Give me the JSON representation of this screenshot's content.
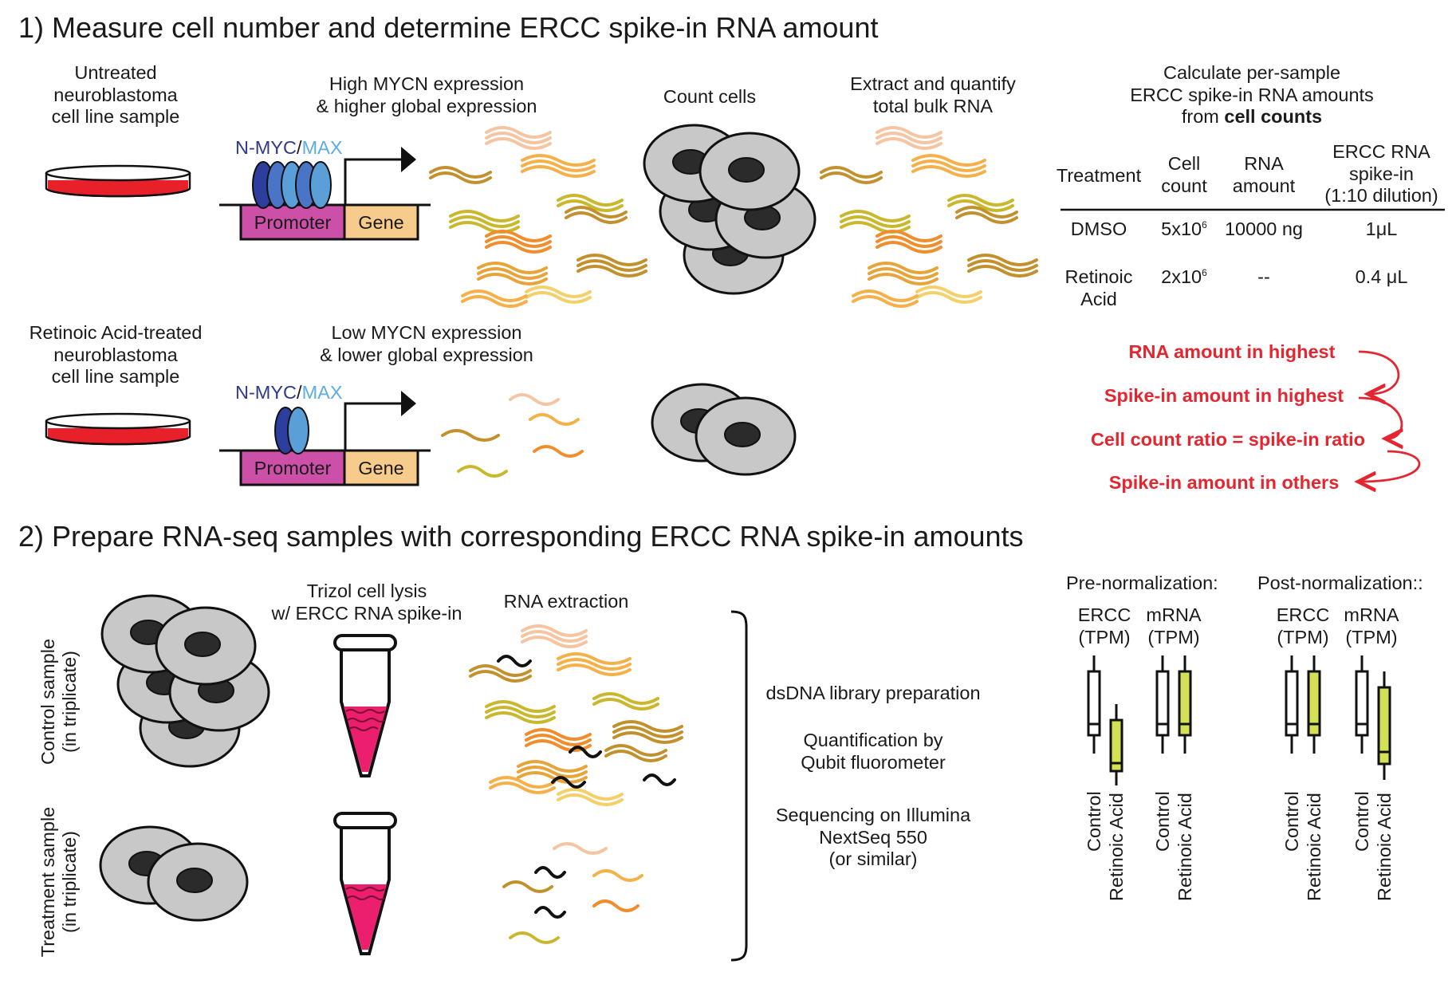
{
  "section1": {
    "title": "1)  Measure cell number and determine ERCC spike-in RNA  amount",
    "untreated_label": [
      "Untreated",
      "neuroblastoma",
      "cell line sample"
    ],
    "ra_label": [
      "Retinoic Acid-treated",
      "neuroblastoma",
      "cell line sample"
    ],
    "high_expr": [
      "High MYCN expression",
      "& higher global expression"
    ],
    "low_expr": [
      "Low MYCN expression",
      "& lower global expression"
    ],
    "nmyc": "N-MYC",
    "slash": "/",
    "max": "MAX",
    "promoter": "Promoter",
    "gene": "Gene",
    "count_cells": "Count cells",
    "extract": [
      "Extract and quantify",
      "total bulk RNA"
    ],
    "calc": [
      "Calculate per-sample",
      "ERCC spike-in RNA amounts",
      "from "
    ],
    "calc_bold": "cell counts",
    "table": {
      "headers": {
        "treatment": "Treatment",
        "cell_count": [
          "Cell",
          "count"
        ],
        "rna_amount": [
          "RNA",
          "amount"
        ],
        "ercc": [
          "ERCC RNA",
          "spike-in",
          "(1:10 dilution)"
        ]
      },
      "rows": [
        {
          "treatment": [
            "DMSO"
          ],
          "cell_count_base": "5x10",
          "cell_count_exp": "6",
          "rna_amount": "10000 ng",
          "ercc": "1μL"
        },
        {
          "treatment": [
            "Retinoic",
            "Acid"
          ],
          "cell_count_base": "2x10",
          "cell_count_exp": "6",
          "rna_amount": "--",
          "ercc": "0.4 μL"
        }
      ]
    },
    "steps": [
      "RNA amount in highest",
      "Spike-in amount in highest",
      "Cell count ratio = spike-in ratio",
      "Spike-in amount in others"
    ]
  },
  "section2": {
    "title": "2) Prepare RNA-seq samples with corresponding ERCC RNA  spike-in amounts",
    "control_label": [
      "Control sample",
      "(in triplicate)"
    ],
    "treatment_label": [
      "Treatment sample",
      "(in triplicate)"
    ],
    "trizol": [
      "Trizol cell lysis",
      "w/ ERCC RNA spike-in"
    ],
    "rna_extraction": "RNA extraction",
    "library": "dsDNA library preparation",
    "quant": [
      "Quantification by",
      "Qubit fluorometer"
    ],
    "seq": [
      "Sequencing on Illumina",
      "NextSeq 550",
      "(or similar)"
    ],
    "pre_norm": "Pre-normalization:",
    "post_norm": "Post-normalization::",
    "ercc_tpm": [
      "ERCC",
      "(TPM)"
    ],
    "mrna_tpm": [
      "mRNA",
      "(TPM)"
    ],
    "x_control": "Control",
    "x_ra": "Retinoic Acid"
  },
  "colors": {
    "dish_fill": "#e8202a",
    "promoter": "#cc4fa8",
    "gene": "#f7cb8c",
    "nmyc_text": "#2e3a91",
    "max_text": "#5aaee0",
    "protein_dark": "#2e3e9e",
    "protein_light": "#5b9fd8",
    "cell_fill": "#c8c8c8",
    "nucleus": "#2b2b2b",
    "tube_liquid": "#ec1f6e",
    "box_highlight": "#d4e157",
    "red_text": "#e3262f"
  }
}
